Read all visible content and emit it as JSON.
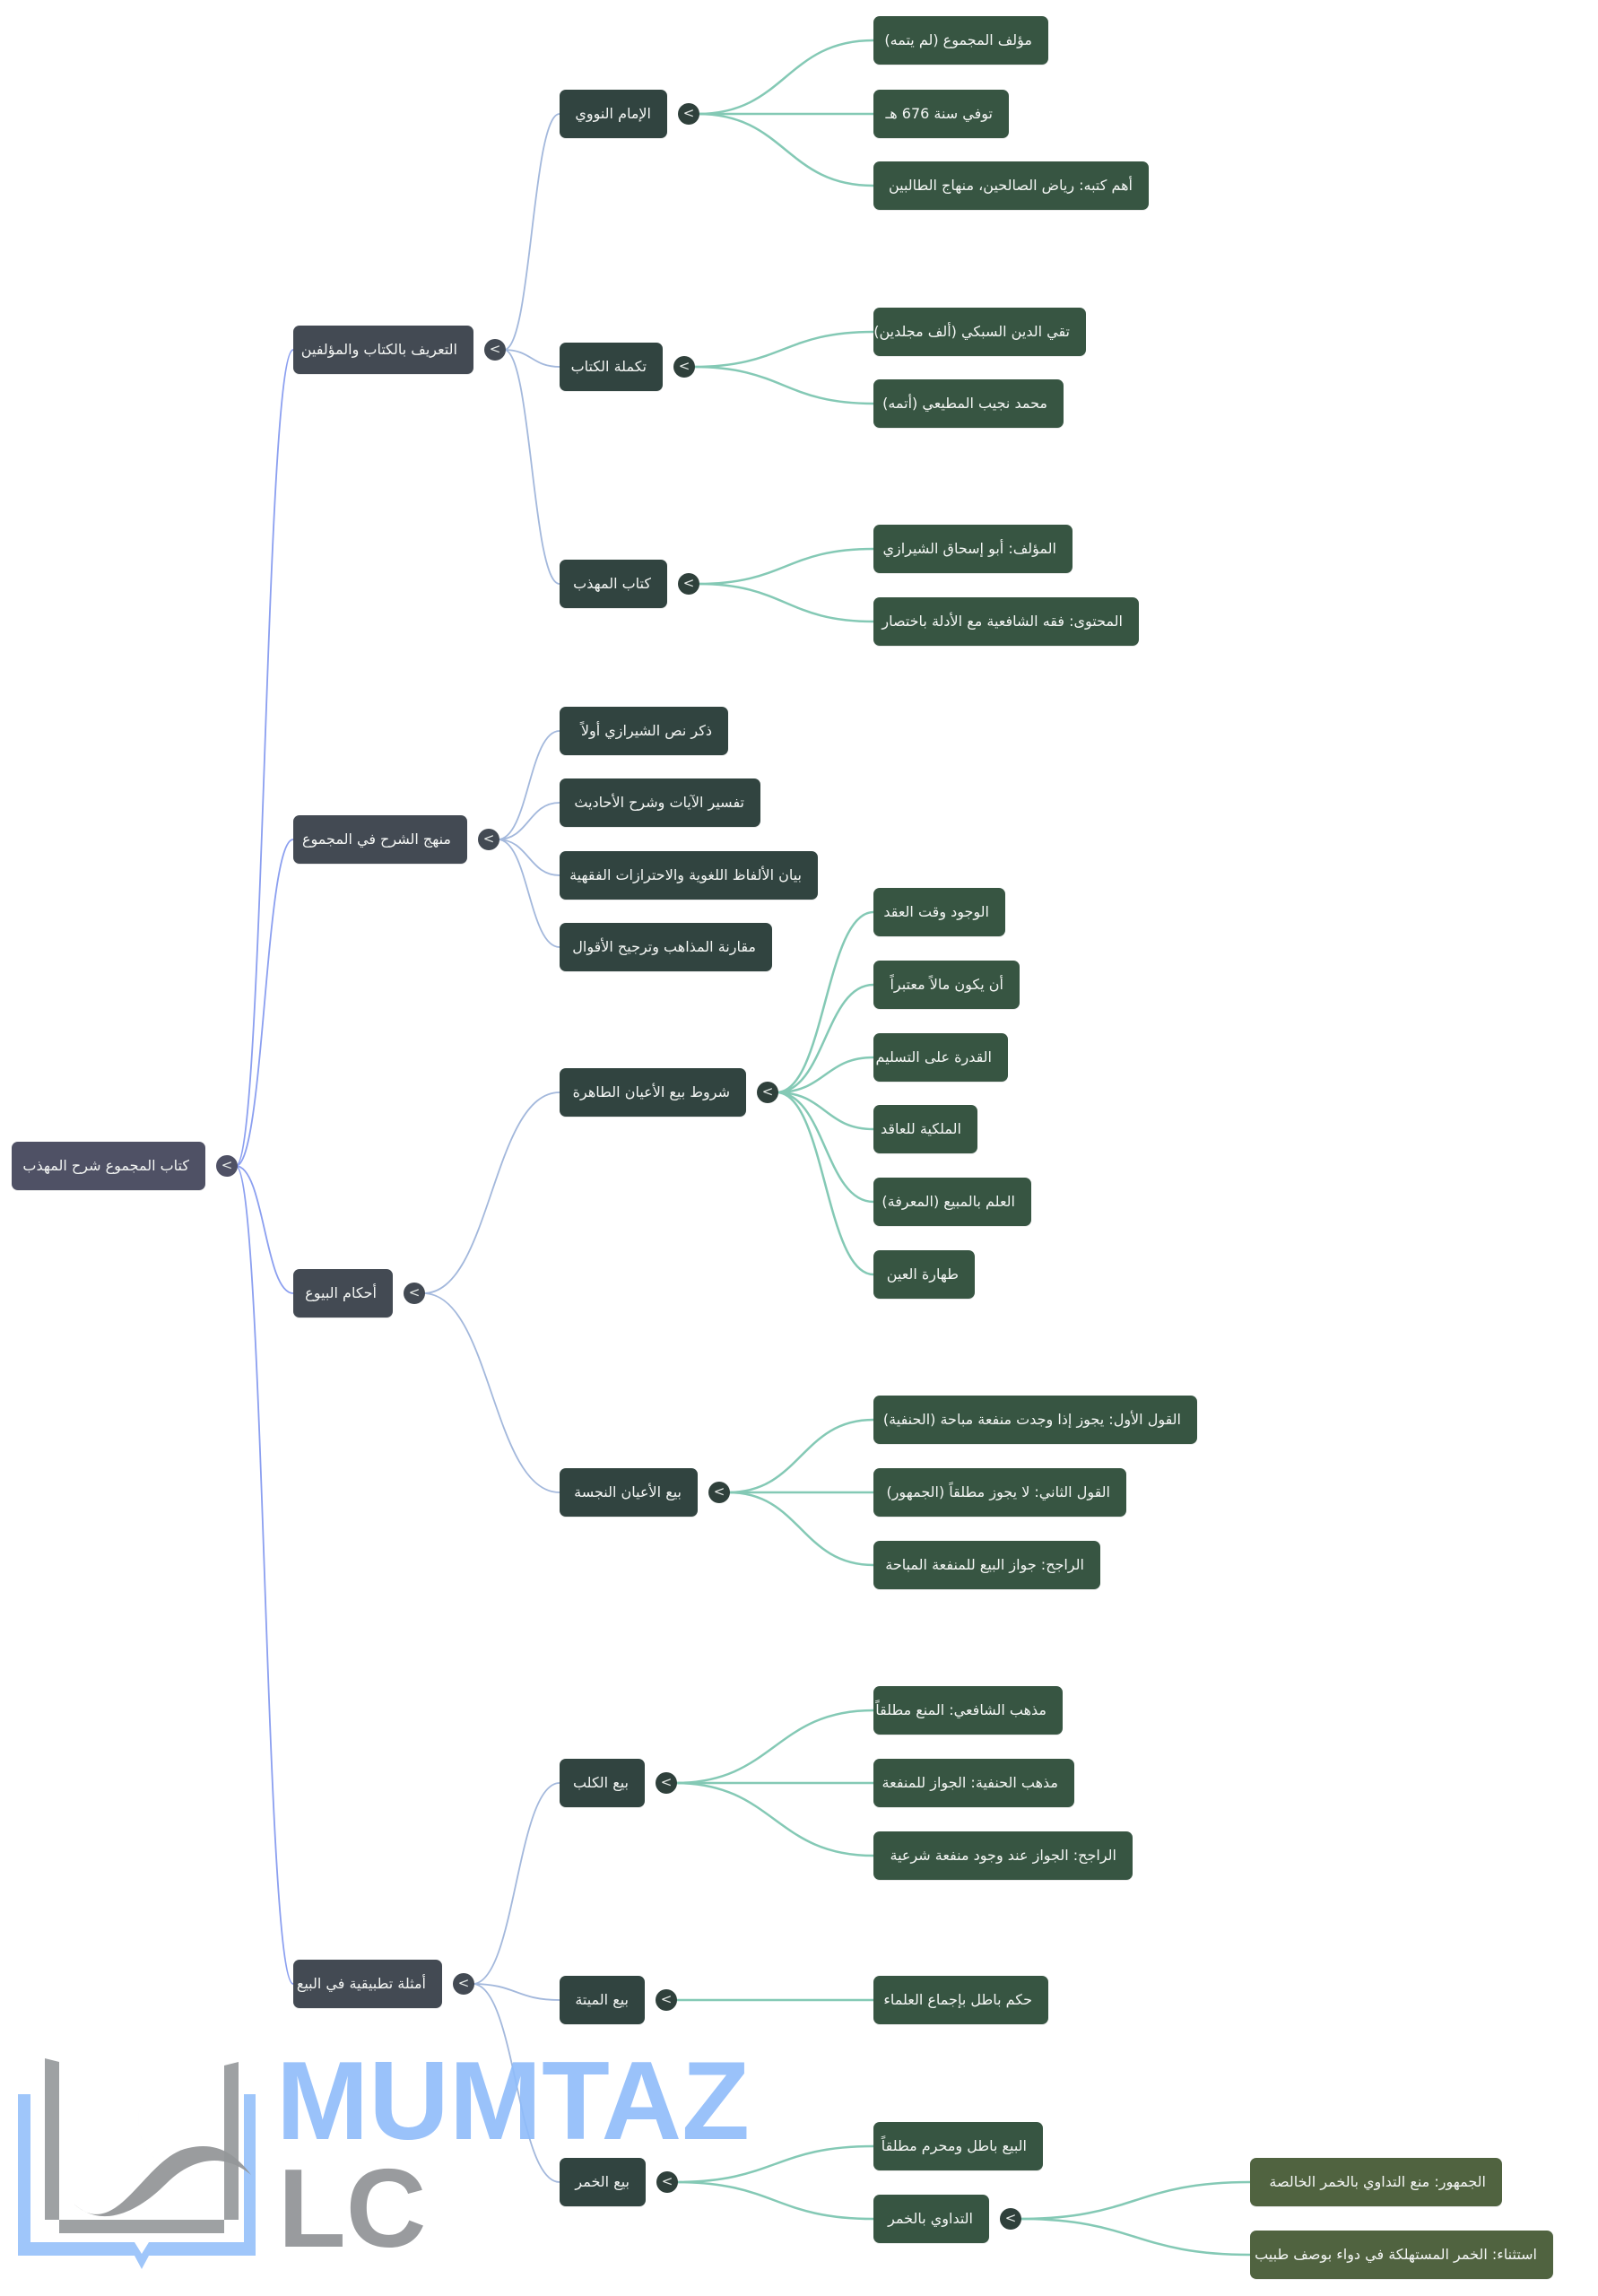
{
  "mindmap": {
    "label": "كتاب المجموع شرح المهذب",
    "children": [
      {
        "label": "التعريف بالكتاب والمؤلفين",
        "children": [
          {
            "label": "الإمام النووي",
            "children": [
              {
                "label": "مؤلف المجموع (لم يتمه)"
              },
              {
                "label": "توفي سنة 676 هـ"
              },
              {
                "label": "أهم كتبه: رياض الصالحين، منهاج الطالبين"
              }
            ]
          },
          {
            "label": "تكملة الكتاب",
            "children": [
              {
                "label": "تقي الدين السبكي (ألف مجلدين)"
              },
              {
                "label": "محمد نجيب المطيعي (أتمه)"
              }
            ]
          },
          {
            "label": "كتاب المهذب",
            "children": [
              {
                "label": "المؤلف: أبو إسحاق الشيرازي"
              },
              {
                "label": "المحتوى: فقه الشافعية مع الأدلة باختصار"
              }
            ]
          }
        ]
      },
      {
        "label": "منهج الشرح في المجموع",
        "children": [
          {
            "label": "ذكر نص الشيرازي أولاً"
          },
          {
            "label": "تفسير الآيات وشرح الأحاديث"
          },
          {
            "label": "بيان الألفاظ اللغوية والاحترازات الفقهية"
          },
          {
            "label": "مقارنة المذاهب وترجيح الأقوال"
          }
        ]
      },
      {
        "label": "أحكام البيوع",
        "children": [
          {
            "label": "شروط بيع الأعيان الطاهرة",
            "children": [
              {
                "label": "الوجود وقت العقد"
              },
              {
                "label": "أن يكون مالاً معتبراً"
              },
              {
                "label": "القدرة على التسليم"
              },
              {
                "label": "الملكية للعاقد"
              },
              {
                "label": "العلم بالمبيع (المعرفة)"
              },
              {
                "label": "طهارة العين"
              }
            ]
          },
          {
            "label": "بيع الأعيان النجسة",
            "children": [
              {
                "label": "القول الأول: يجوز إذا وجدت منفعة مباحة (الحنفية)"
              },
              {
                "label": "القول الثاني: لا يجوز مطلقاً (الجمهور)"
              },
              {
                "label": "الراجح: جواز البيع للمنفعة المباحة"
              }
            ]
          }
        ]
      },
      {
        "label": "أمثلة تطبيقية في البيع",
        "children": [
          {
            "label": "بيع الكلب",
            "children": [
              {
                "label": "مذهب الشافعي: المنع مطلقاً"
              },
              {
                "label": "مذهب الحنفية: الجواز للمنفعة"
              },
              {
                "label": "الراجح: الجواز عند وجود منفعة شرعية"
              }
            ]
          },
          {
            "label": "بيع الميتة",
            "children": [
              {
                "label": "حكم باطل بإجماع العلماء"
              }
            ]
          },
          {
            "label": "بيع الخمر",
            "children": [
              {
                "label": "البيع باطل ومحرم مطلقاً"
              },
              {
                "label": "التداوي بالخمر",
                "children": [
                  {
                    "label": "الجمهور: منع التداوي بالخمر الخالصة"
                  },
                  {
                    "label": "استثناء: الخمر المستهلكة في دواء بوصف طبيب"
                  }
                ]
              }
            ]
          }
        ]
      }
    ]
  },
  "toggle_glyph": "<",
  "watermark": {
    "line1": "MUMTAZ",
    "line2": "LC"
  },
  "colors": {
    "depth0": "#4f5165",
    "depth1": "#434a53",
    "depth2": "#314440",
    "depth3": "#375542",
    "depth4": "#506340",
    "edge_root": "#8b9ff0",
    "edge_level1": "#a3b8dc",
    "edge_deep": "#84c9b5",
    "watermark_blue": "#8fbcfa",
    "watermark_grey": "#8e9194"
  }
}
